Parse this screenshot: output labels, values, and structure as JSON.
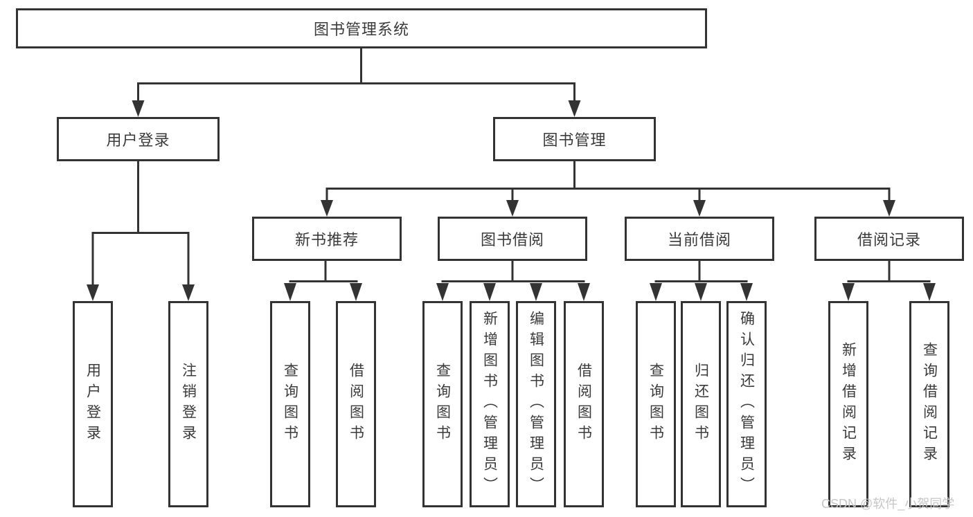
{
  "diagram": {
    "root": {
      "label": "图书管理系统"
    },
    "level2": [
      {
        "label": "用户登录",
        "leaves": [
          {
            "label": "用户登录"
          },
          {
            "label": "注销登录"
          }
        ]
      },
      {
        "label": "图书管理",
        "sections": [
          {
            "label": "新书推荐",
            "leaves": [
              {
                "label": "查询图书"
              },
              {
                "label": "借阅图书"
              }
            ]
          },
          {
            "label": "图书借阅",
            "leaves": [
              {
                "label": "查询图书"
              },
              {
                "label": "新增图书（管理员）"
              },
              {
                "label": "编辑图书（管理员）"
              },
              {
                "label": "借阅图书"
              }
            ]
          },
          {
            "label": "当前借阅",
            "leaves": [
              {
                "label": "查询图书"
              },
              {
                "label": "归还图书"
              },
              {
                "label": "确认归还（管理员）"
              }
            ]
          },
          {
            "label": "借阅记录",
            "leaves": [
              {
                "label": "新增借阅记录"
              },
              {
                "label": "查询借阅记录"
              }
            ]
          }
        ]
      }
    ],
    "watermark": "CSDN @软件_小贺同学",
    "colors": {
      "line": "#333333",
      "text": "#3a3a3a",
      "background": "#ffffff",
      "watermark": "#c6c6c6"
    }
  }
}
